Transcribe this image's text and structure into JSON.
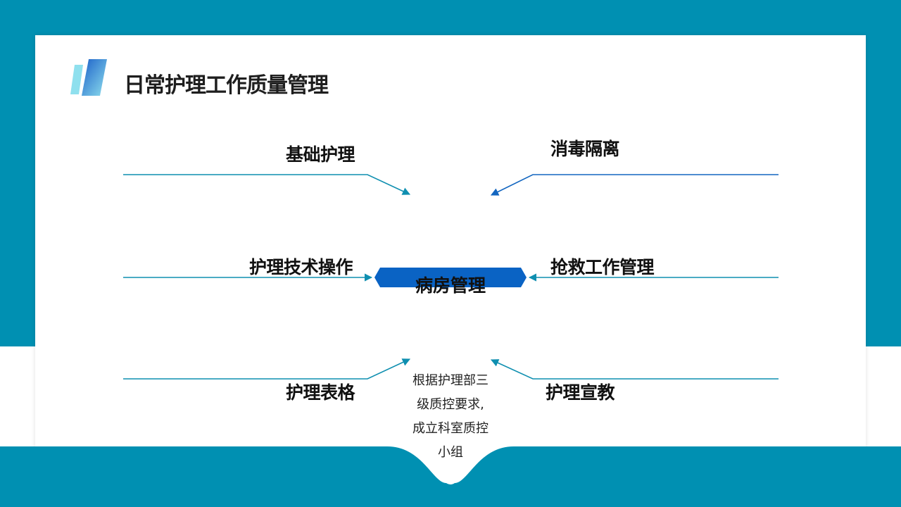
{
  "title": "日常护理工作质量管理",
  "center": "病房管理",
  "branches": {
    "top_left": "基础护理",
    "top_right": "消毒隔离",
    "mid_left": "护理技术操作",
    "mid_right": "抢救工作管理",
    "bottom_left": "护理表格",
    "bottom_right": "护理宣教"
  },
  "note_lines": [
    "根据护理部三",
    "级质控要求,",
    "成立科室质控",
    "小组"
  ],
  "colors": {
    "band": "#0090b2",
    "center_box": "#0a63c4",
    "line_teal": "#0f8fb0",
    "line_blue": "#1366c0",
    "title_deco_dark": "#1a5fc8",
    "title_deco_light": "#8fe0ee"
  }
}
